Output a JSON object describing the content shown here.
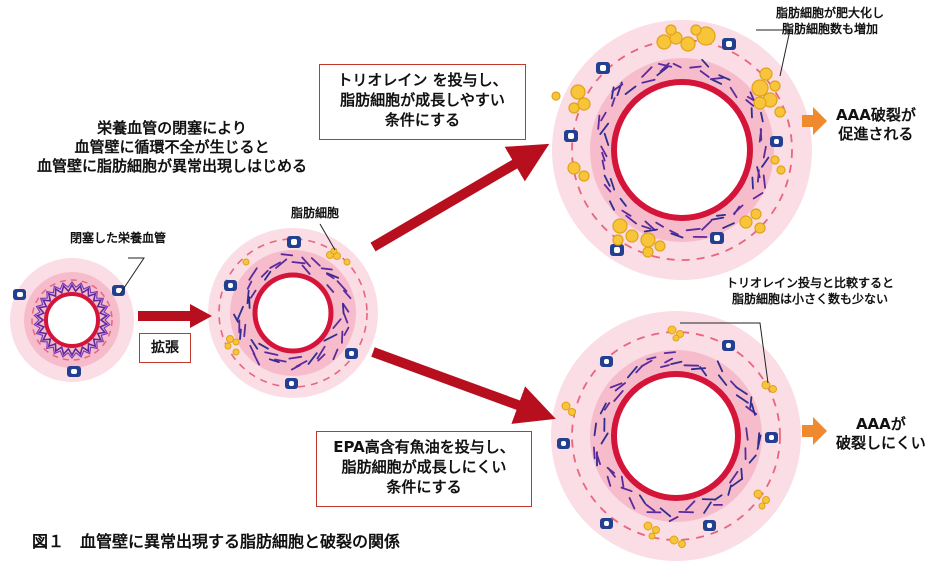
{
  "intro_text": [
    "栄養血管の閉塞により",
    "血管壁に循環不全が生じると",
    "血管壁に脂肪細胞が異常出現しはじめる"
  ],
  "label_occluded_vessel": "閉塞した栄養血管",
  "label_fat_cell": "脂肪細胞",
  "label_dilation": "拡張",
  "box_triolein": [
    "トリオレイン を投与し、",
    "脂肪細胞が成長しやすい",
    "条件にする"
  ],
  "box_epa": [
    "EPA高含有魚油を投与し、",
    "脂肪細胞が成長しにくい",
    "条件にする"
  ],
  "label_fat_enlarged": [
    "脂肪細胞が肥大化し",
    "脂肪細胞数も増加"
  ],
  "label_fat_small": [
    "トリオレイン投与と比較すると",
    "脂肪細胞は小さく数も少ない"
  ],
  "result_rupture_promoted": [
    "AAA破裂が",
    "促進される"
  ],
  "result_rupture_resisted": [
    "AAAが",
    "破裂しにくい"
  ],
  "caption": "図１　血管壁に異常出現する脂肪細胞と破裂の関係",
  "colors": {
    "outer_pink": "#fbdde5",
    "inner_pink": "#f6bccb",
    "lumen_ring": "#d41438",
    "dash_pink": "#e8667e",
    "collagen_purple": "#5b2a9c",
    "fat_yellow": "#f8c53a",
    "vessel_blue": "#233f8f",
    "arrow_red": "#b80f1f",
    "arrow_orange": "#ef8a2e"
  }
}
